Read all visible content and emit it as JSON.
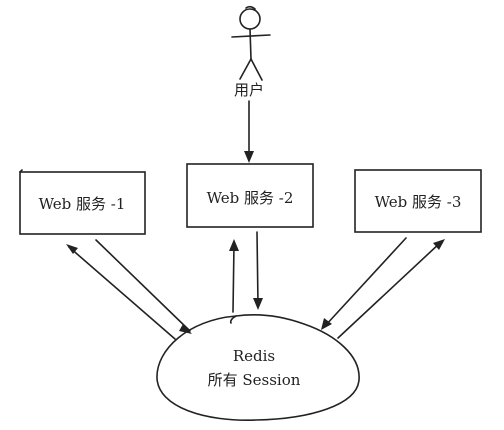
{
  "user": {
    "label": "用户"
  },
  "services": [
    {
      "label": "Web 服务 -1"
    },
    {
      "label": "Web 服务 -2"
    },
    {
      "label": "Web 服务 -3"
    }
  ],
  "store": {
    "title": "Redis",
    "subtitle": "所有 Session"
  },
  "colors": {
    "ink": "#222222",
    "background": "#ffffff"
  }
}
